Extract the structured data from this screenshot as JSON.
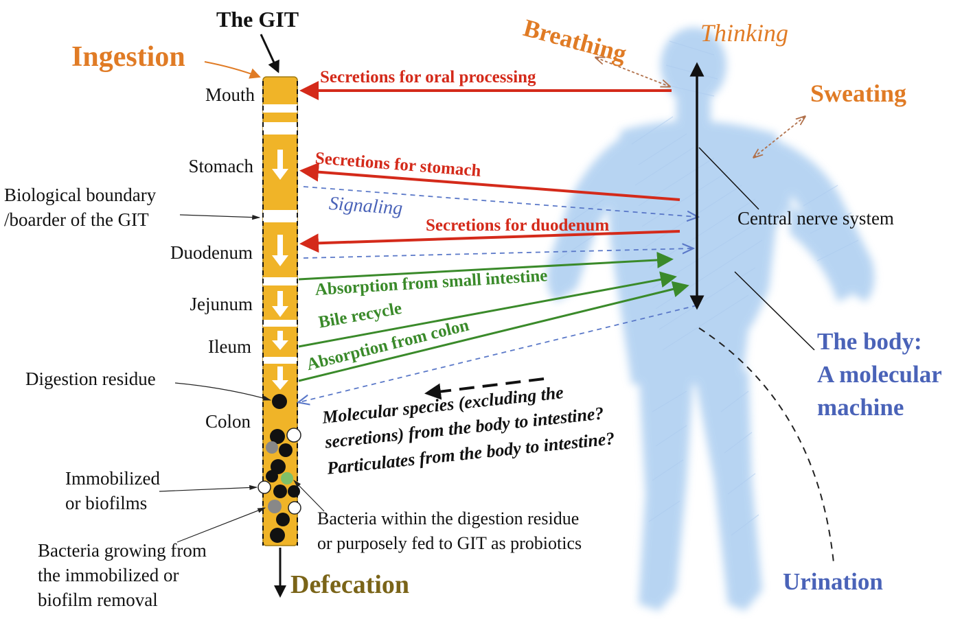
{
  "title": "The GIT",
  "left_labels": {
    "ingestion": "Ingestion",
    "mouth": "Mouth",
    "stomach": "Stomach",
    "boundary_line1": "Biological boundary",
    "boundary_line2": "/boarder of the GIT",
    "duodenum": "Duodenum",
    "jejunum": "Jejunum",
    "ileum": "Ileum",
    "digestion_residue": "Digestion residue",
    "colon": "Colon",
    "immobilized_line1": "Immobilized",
    "immobilized_line2": "or biofilms",
    "bacteria_growing_line1": "Bacteria growing from",
    "bacteria_growing_line2": "the immobilized or",
    "bacteria_growing_line3": "biofilm removal",
    "defecation": "Defecation"
  },
  "flows": {
    "secretions_oral": "Secretions for oral processing",
    "secretions_stomach": "Secretions for stomach",
    "signaling": "Signaling",
    "secretions_duodenum": "Secretions for duodenum",
    "absorption_small": "Absorption from small intestine",
    "bile_recycle": "Bile recycle",
    "absorption_colon": "Absorption from colon"
  },
  "question": {
    "line1": "Molecular species (excluding the",
    "line2": "secretions) from the body to intestine?",
    "line3": "Particulates from the body to intestine?"
  },
  "bacteria_within": {
    "line1": "Bacteria within the digestion residue",
    "line2": "or purposely fed to GIT as probiotics"
  },
  "body": {
    "breathing": "Breathing",
    "thinking": "Thinking",
    "sweating": "Sweating",
    "cns": "Central nerve system",
    "body_line1": "The body:",
    "body_line2": "A molecular",
    "body_line3": "machine",
    "urination": "Urination"
  },
  "colors": {
    "orange": "#e07b25",
    "red": "#d42a1a",
    "green": "#3a8a2a",
    "blue_text": "#4a63b8",
    "tube": "#f0b428",
    "dashed_blue": "#5a78c8",
    "figure": "#7eb2e8",
    "dark_gold": "#7a6418"
  }
}
